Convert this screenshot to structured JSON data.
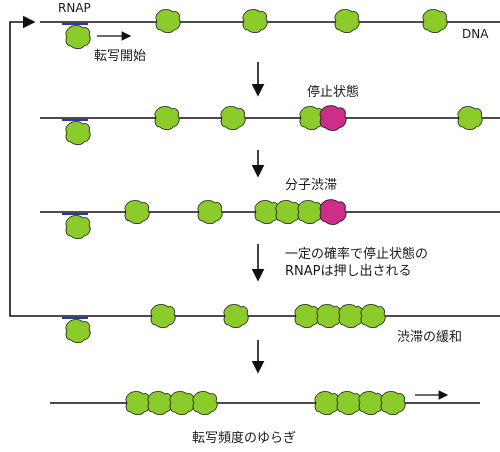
{
  "labels": {
    "rnap": "RNAP",
    "dna": "DNA",
    "initiation": "転写開始",
    "stalled": "停止状態",
    "jam": "分子渋滞",
    "release_line1": "一定の確率で停止状態の",
    "release_line2": "RNAPは押し出される",
    "relief": "渋滞の緩和",
    "fluctuation": "転写頻度のゆらぎ"
  },
  "colors": {
    "rnap": "#8ccc2a",
    "stalled": "#cc2e8a",
    "promoter": "#2a3a9a",
    "line": "#111111"
  },
  "icons": {
    "rnap": "rnap-blob-icon",
    "stalled": "stalled-rnap-blob-icon",
    "arrow": "arrow-icon"
  }
}
